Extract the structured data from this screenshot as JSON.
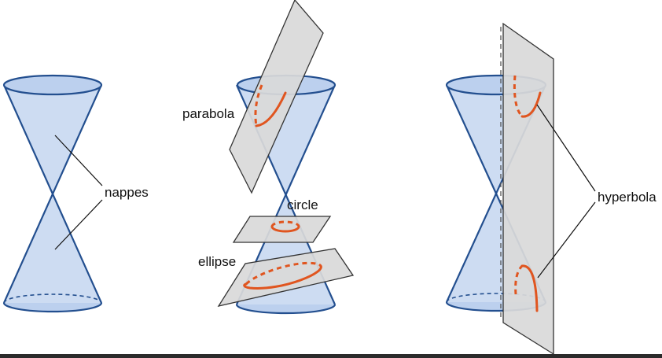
{
  "labels": {
    "nappes": "nappes",
    "parabola": "parabola",
    "circle": "circle",
    "ellipse": "ellipse",
    "hyperbola": "hyperbola"
  },
  "colors": {
    "cone_fill": "#cddcf2",
    "cone_edge": "#234f8f",
    "plane": "#d9d9d9",
    "section_curve": "#e0551f"
  }
}
